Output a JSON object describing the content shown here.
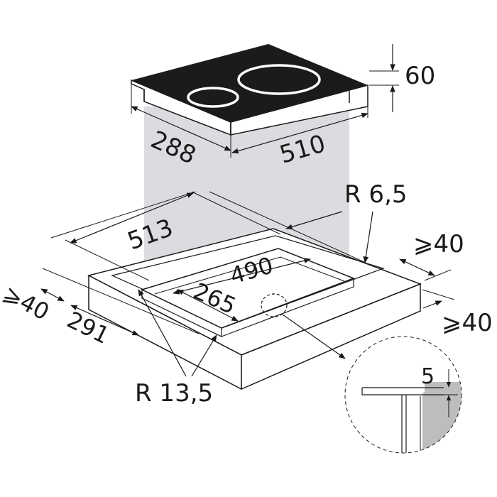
{
  "colors": {
    "glass": "#1b1b1b",
    "zone_ring": "#ffffff",
    "shaft": "#dcdce0",
    "line": "#1a1a1a",
    "detail_fill": "#bdbdbd",
    "background": "#ffffff"
  },
  "hob": {
    "thickness": "60",
    "depth": "288",
    "width": "510"
  },
  "cutout": {
    "outer_width": "513",
    "inner_width": "490",
    "inner_depth": "265",
    "outer_depth": "291",
    "corner_radius_small": "R 6,5",
    "corner_radius_large": "R 13,5",
    "clearance_front": "⩾40",
    "clearance_right": "⩾40",
    "clearance_side": "⩾40"
  },
  "detail": {
    "rebate_depth": "5"
  }
}
